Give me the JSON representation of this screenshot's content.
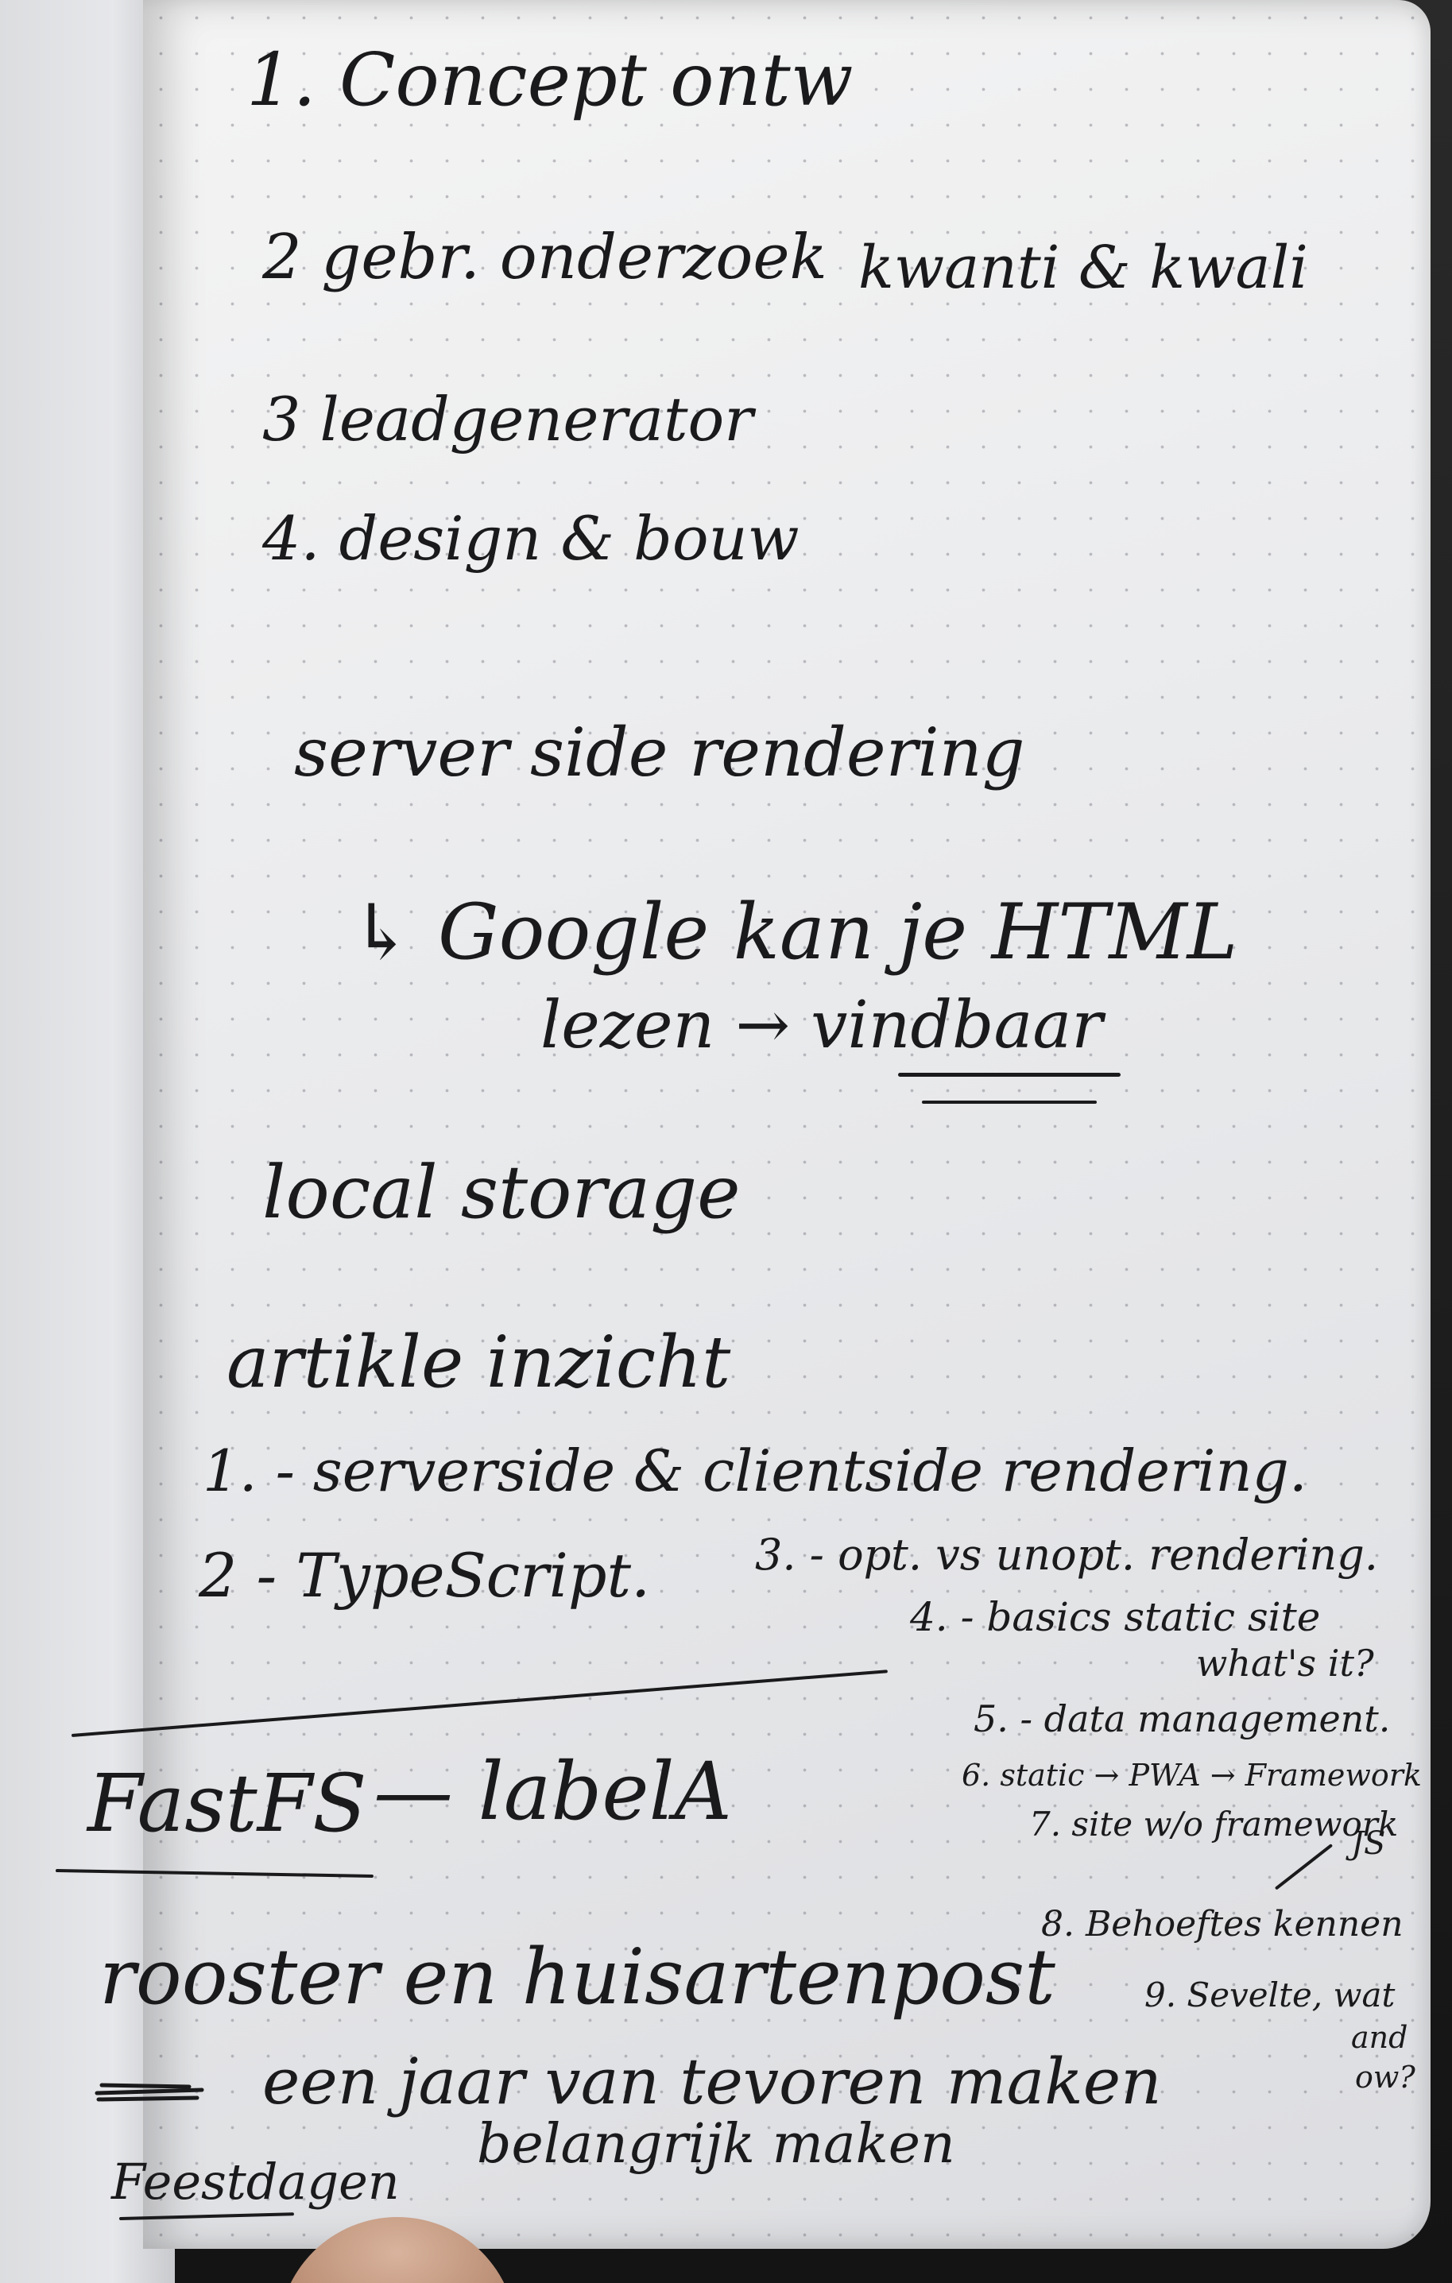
{
  "note": {
    "list1": [
      "1. Concept ontw",
      "2 gebr. onderzoek",
      "kwanti & kwali",
      "3 leadgenerator",
      "4. design & bouw"
    ],
    "ssr": {
      "heading": "server side rendering",
      "line1": "↳ Google kan je HTML",
      "line2": "lezen → vindbaar"
    },
    "local_storage": "local storage",
    "artikelen": {
      "heading": "artikle inzicht",
      "items": [
        "1. - serverside & clientside rendering.",
        "2 - TypeScript.",
        "3. - opt. vs unopt. rendering.",
        "4. - basics static site",
        "what's it?",
        "5. - data management.",
        "6. static → PWA → Framework",
        "7. site w/o framework",
        "JS",
        "8. Behoeftes kennen",
        "9. Sevelte, wat",
        "and",
        "ow?"
      ]
    },
    "fastfs": {
      "title": "FastFS",
      "subtitle": "— labelA"
    },
    "bottom": {
      "line1": "rooster en huisartenpost",
      "line2": "een jaar van tevoren maken",
      "line3_prefix": "Feestdagen",
      "line3": "belangrijk maken"
    }
  }
}
